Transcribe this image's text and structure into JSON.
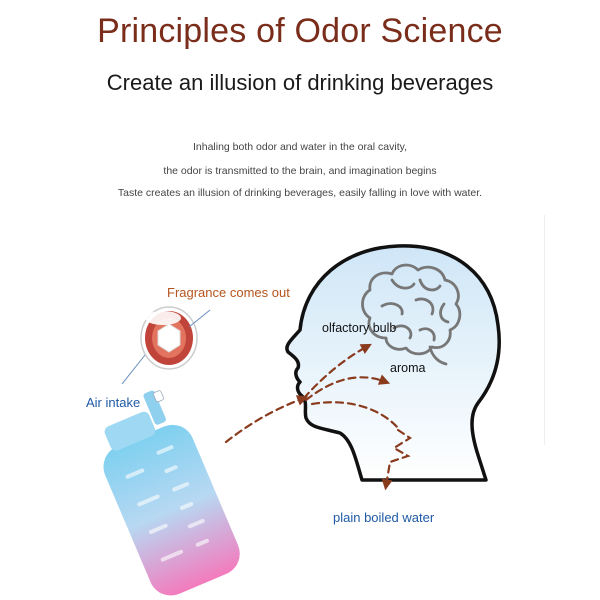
{
  "header": {
    "title": "Principles of Odor Science",
    "subtitle": "Create an illusion of drinking beverages"
  },
  "body": {
    "lines": [
      "Inhaling both odor and water in the oral cavity,",
      "the odor is transmitted to the brain, and imagination begins",
      "Taste creates an illusion of drinking beverages, easily falling in love with water."
    ]
  },
  "diagram": {
    "labels": {
      "fragrance": "Fragrance comes out",
      "air_intake": "Air intake",
      "olfactory_bulb": "olfactory bulb",
      "aroma": "aroma",
      "water": "plain boiled water"
    },
    "colors": {
      "title": "#7a2d1a",
      "label_blue": "#1f5aa6",
      "label_orange": "#b5541c",
      "arrow": "#8a3b1e",
      "head_fill_top": "#cfe6f7",
      "bottle_top": "#7ed0f0",
      "bottle_bottom": "#f37bbd",
      "pod_red": "#c0443a"
    },
    "icons": [
      "brain-icon",
      "head-silhouette",
      "fragrance-pod-icon",
      "water-bottle-icon"
    ]
  }
}
